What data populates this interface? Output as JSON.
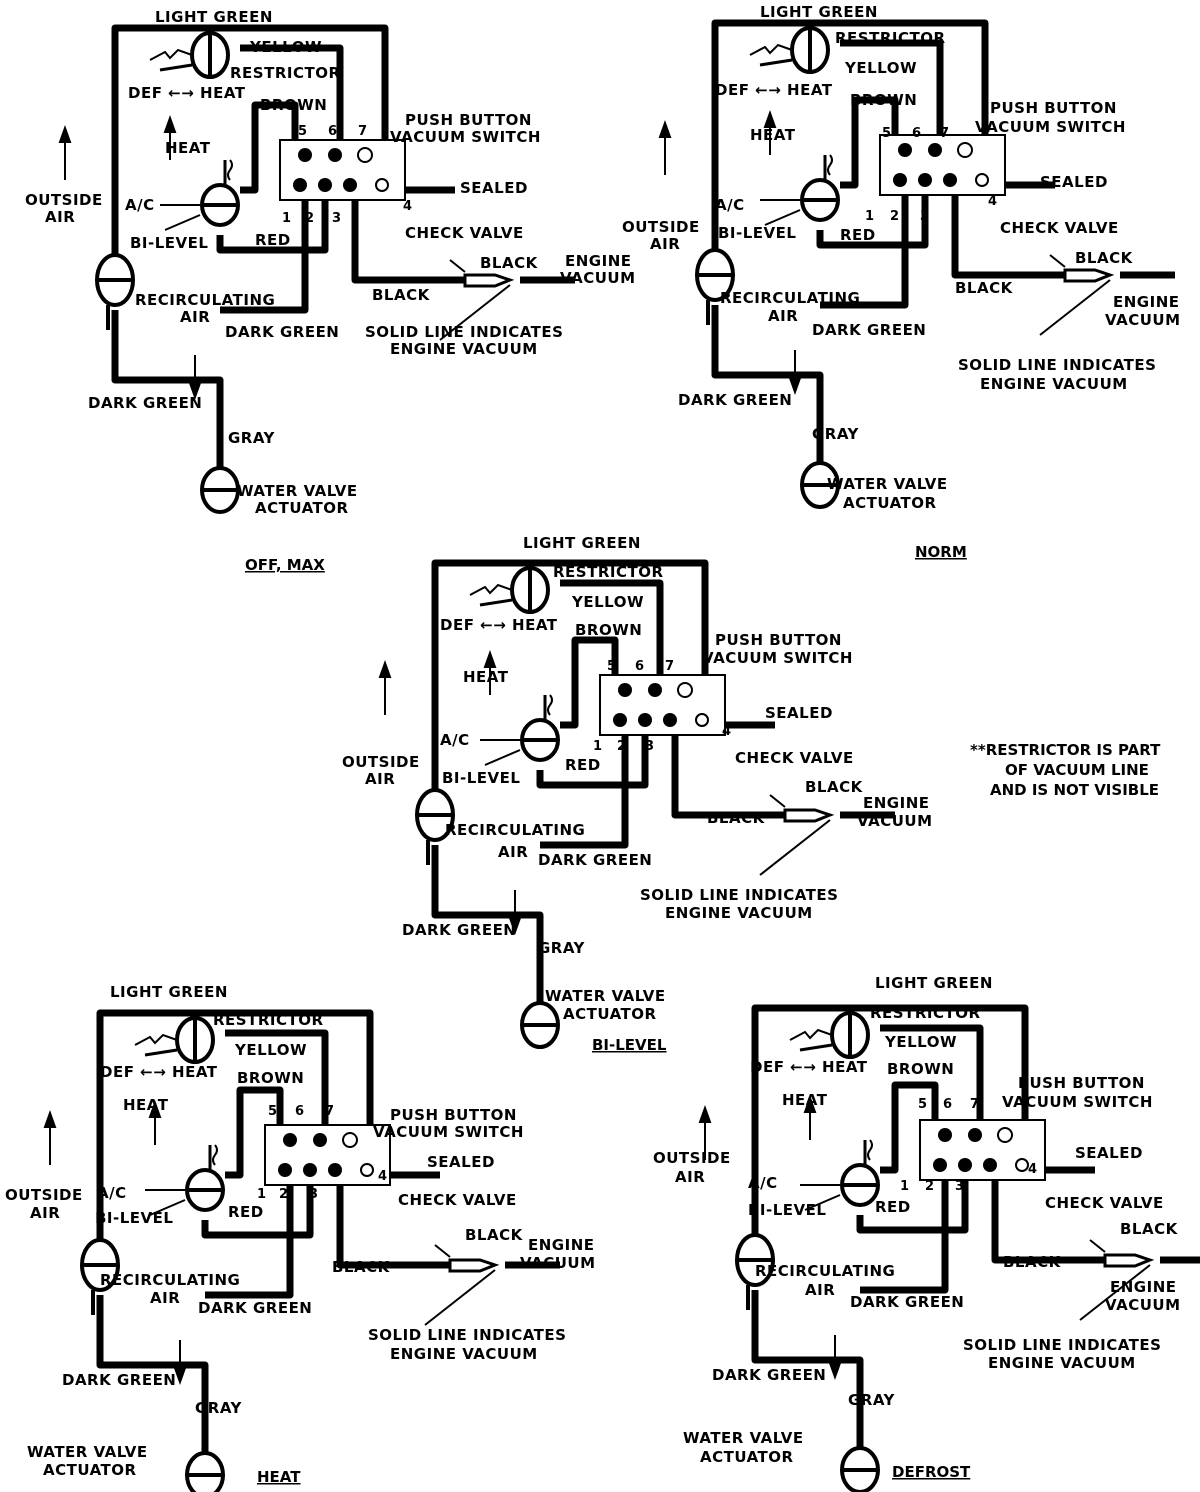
{
  "labels": {
    "light_green": "LIGHT GREEN",
    "yellow": "YELLOW",
    "restrictor": "RESTRICTOR",
    "def_heat": "DEF ←→ HEAT",
    "brown": "BROWN",
    "push_button": "PUSH BUTTON",
    "vacuum_switch": "VACUUM SWITCH",
    "heat": "HEAT",
    "sealed": "SEALED",
    "outside": "OUTSIDE",
    "air": "AIR",
    "ac": "A/C",
    "bilevel": "BI-LEVEL",
    "red": "RED",
    "check_valve": "CHECK VALVE",
    "black": "BLACK",
    "engine": "ENGINE",
    "vacuum": "VACUUM",
    "recirculating": "RECIRCULATING",
    "dark_green": "DARK GREEN",
    "solid_line_1": "SOLID LINE INDICATES",
    "solid_line_2": "ENGINE VACUUM",
    "gray": "GRAY",
    "water_valve": "WATER VALVE",
    "actuator": "ACTUATOR",
    "port_1": "1",
    "port_2": "2",
    "port_3": "3",
    "port_4": "4",
    "port_5": "5",
    "port_6": "6",
    "port_7": "7"
  },
  "diagrams": [
    {
      "caption": "OFF, MAX"
    },
    {
      "caption": "NORM"
    },
    {
      "caption": "BI-LEVEL"
    },
    {
      "caption": "HEAT"
    },
    {
      "caption": "DEFROST"
    }
  ],
  "footnote": {
    "line1": "**RESTRICTOR IS PART",
    "line2": "OF VACUUM LINE",
    "line3": "AND IS NOT VISIBLE"
  }
}
